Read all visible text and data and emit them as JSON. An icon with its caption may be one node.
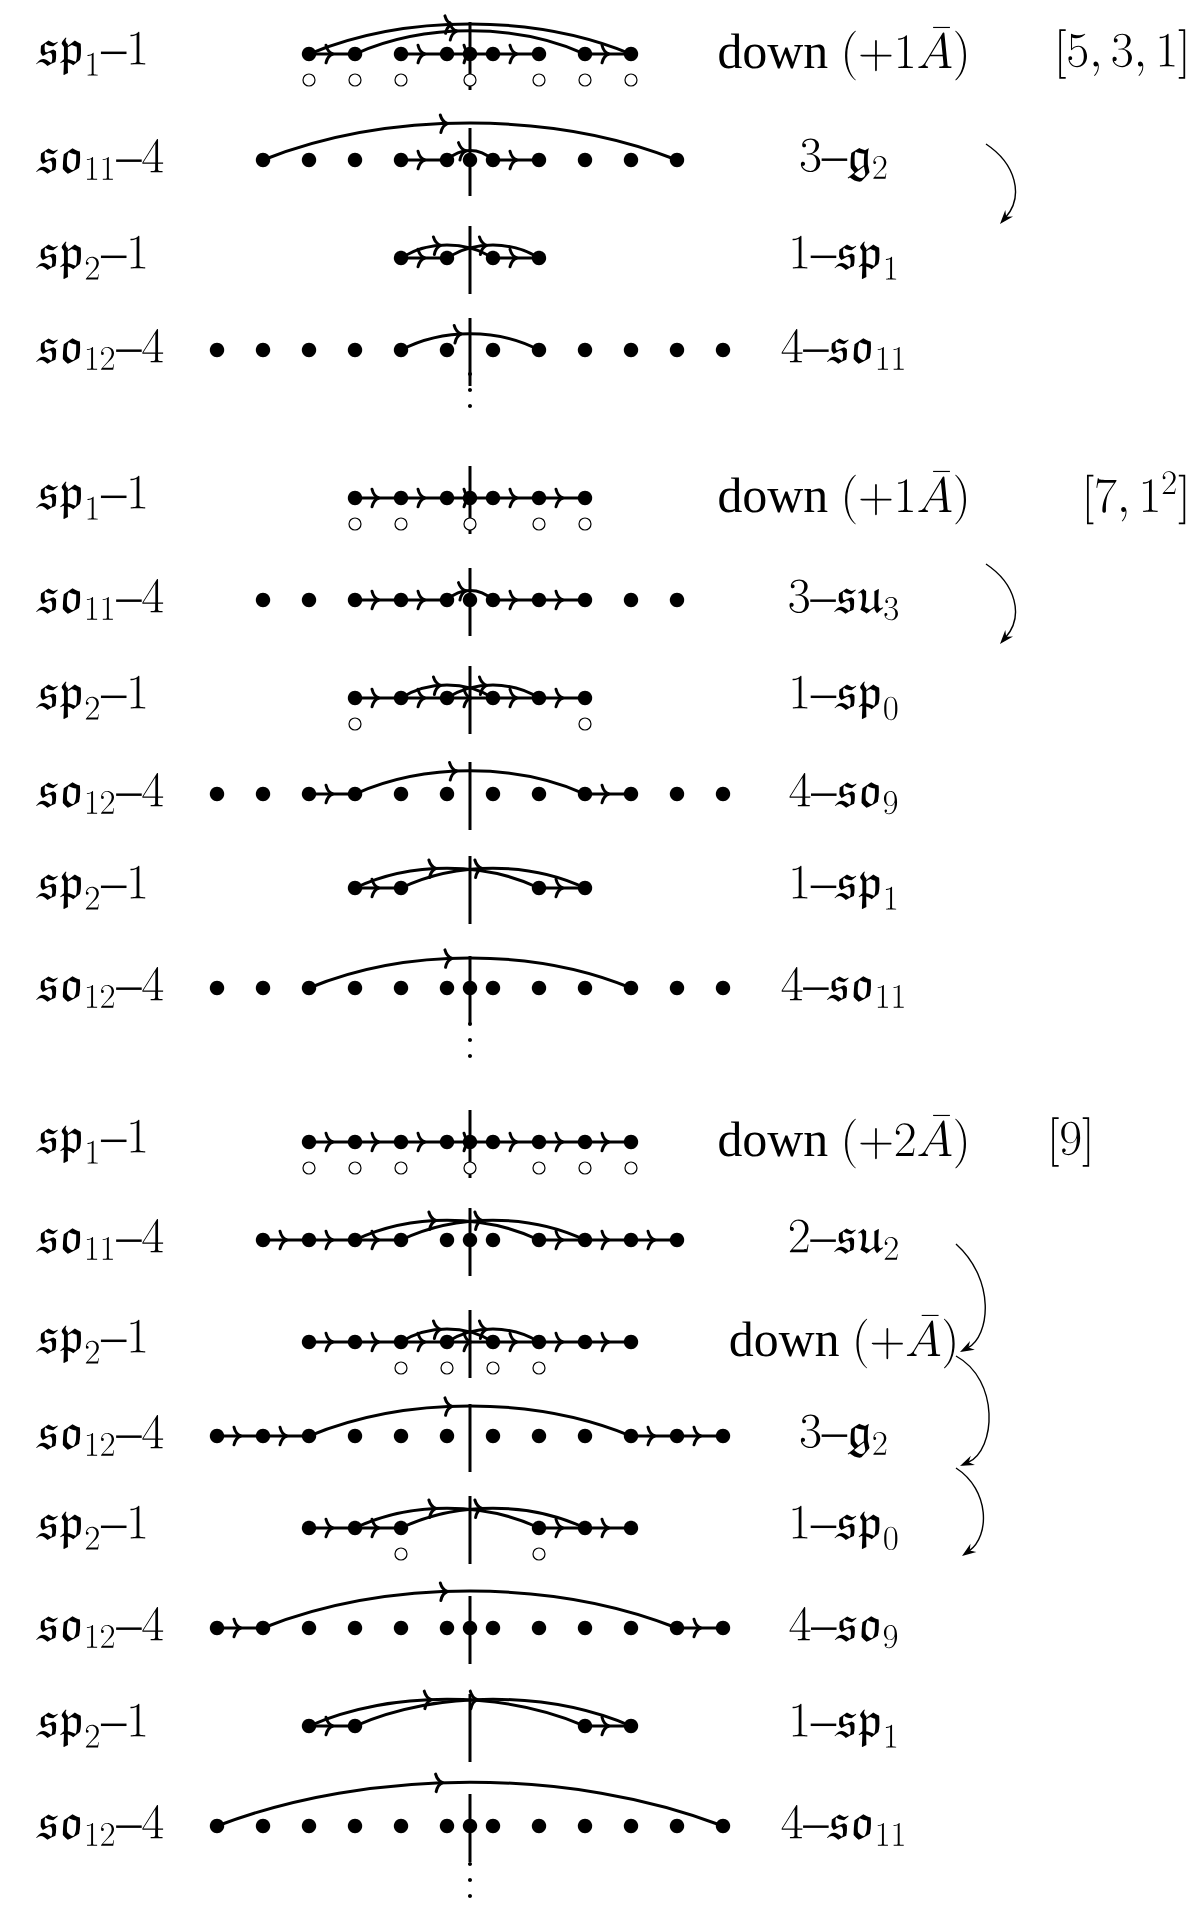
{
  "diagram": {
    "labels": [
      "\\mathfrak{sp}_1\\text{--}1",
      "\\text{down }(+1\\bar{A})",
      "[5,3,1]",
      "\\mathfrak{so}_{11}\\text{--}4",
      "3\\text{--}\\mathfrak{g}_2",
      "\\mathfrak{sp}_2\\text{--}1",
      "1\\text{--}\\mathfrak{sp}_1",
      "\\mathfrak{so}_{12}\\text{--}4",
      "4\\text{--}\\mathfrak{so}_{11}",
      "\\mathfrak{sp}_1\\text{--}1",
      "\\text{down }(+1\\bar{A})",
      "[7,1^2]",
      "\\mathfrak{so}_{11}\\text{--}4",
      "3\\text{--}\\mathfrak{su}_3",
      "\\mathfrak{sp}_2\\text{--}1",
      "1\\text{--}\\mathfrak{sp}_0",
      "\\mathfrak{so}_{12}\\text{--}4",
      "4\\text{--}\\mathfrak{so}_9",
      "\\mathfrak{sp}_2\\text{--}1",
      "1\\text{--}\\mathfrak{sp}_1",
      "\\mathfrak{so}_{12}\\text{--}4",
      "4\\text{--}\\mathfrak{so}_{11}",
      "\\mathfrak{sp}_1\\text{--}1",
      "\\text{down }(+2\\bar{A})",
      "[9]",
      "\\mathfrak{so}_{11}\\text{--}4",
      "2\\text{--}\\mathfrak{su}_2",
      "\\mathfrak{sp}_2\\text{--}1",
      "\\text{down }(+\\bar{A})",
      "\\mathfrak{so}_{12}\\text{--}4",
      "3\\text{--}\\mathfrak{g}_2",
      "\\mathfrak{sp}_2\\text{--}1",
      "1\\text{--}\\mathfrak{sp}_0",
      "\\mathfrak{so}_{12}\\text{--}4",
      "4\\text{--}\\mathfrak{so}_9",
      "\\mathfrak{sp}_2\\text{--}1",
      "1\\text{--}\\mathfrak{sp}_1",
      "\\mathfrak{so}_{12}\\text{--}4",
      "4\\text{--}\\mathfrak{so}_{11}"
    ]
  }
}
